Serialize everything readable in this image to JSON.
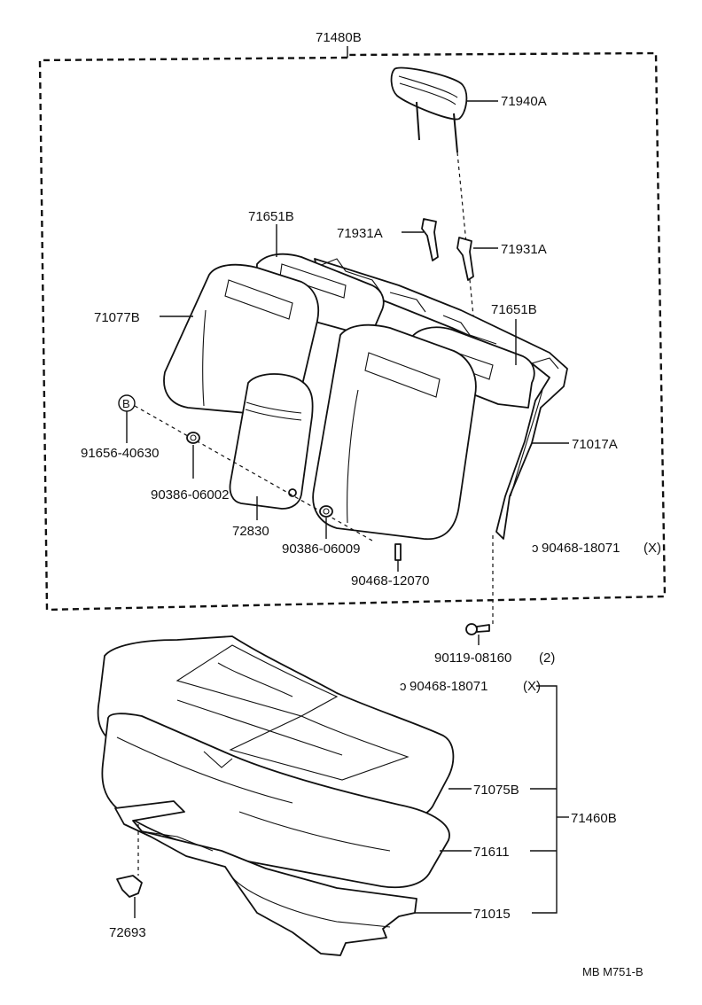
{
  "diagram": {
    "assembly_back": "71480B",
    "assembly_cushion": "71460B",
    "figure_code": "MB M751-B",
    "parts": {
      "headrest": "71940A",
      "headrest_support_left": "71931A",
      "headrest_support_right": "71931A",
      "back_pad_left": "71651B",
      "back_pad_right": "71651B",
      "back_cover": "71077B",
      "back_frame": "71017A",
      "bolt_b": "91656-40630",
      "bushing_1": "90386-06002",
      "armrest": "72830",
      "bushing_2": "90386-06009",
      "clip_small": "90468-12070",
      "clip_back": "90468-18071",
      "clip_back_qty": "(X)",
      "bolt_bottom": "90119-08160",
      "bolt_bottom_qty": "(2)",
      "clip_cushion": "90468-18071",
      "clip_cushion_qty": "(X)",
      "cushion_cover": "71075B",
      "cushion_pad": "71611",
      "cushion_frame": "71015",
      "hook": "72693",
      "marker_b": "B"
    }
  }
}
